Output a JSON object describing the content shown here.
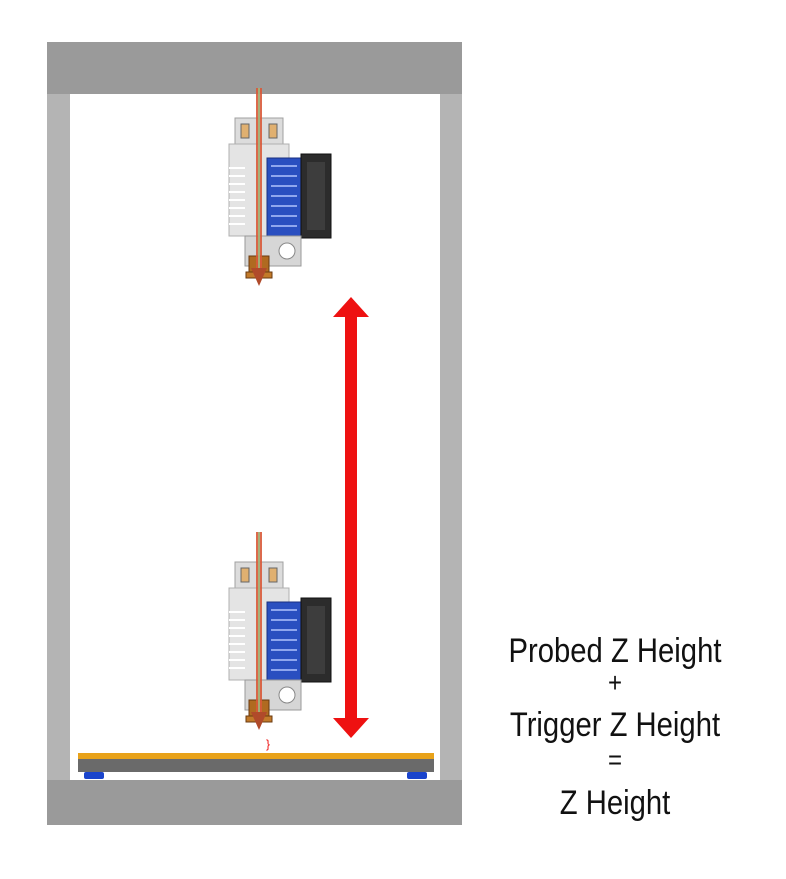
{
  "equation": {
    "line1": "Probed Z Height",
    "op1": "+",
    "line2": "Trigger Z Height",
    "op2": "=",
    "result": "Z Height"
  },
  "colors": {
    "frame": "#9a9a9a",
    "pillar": "#b4b4b4",
    "arrow": "#ee1111",
    "bed_surface": "#e8a21a",
    "bed_plate": "#6a6a6a",
    "bed_feet": "#1a44cc",
    "fan": "#2a4fc0",
    "heatsink": "#d8d8d8",
    "nozzle": "#a8641c"
  },
  "icons": [
    "hotend-icon",
    "double-arrow-icon",
    "print-bed-icon"
  ]
}
